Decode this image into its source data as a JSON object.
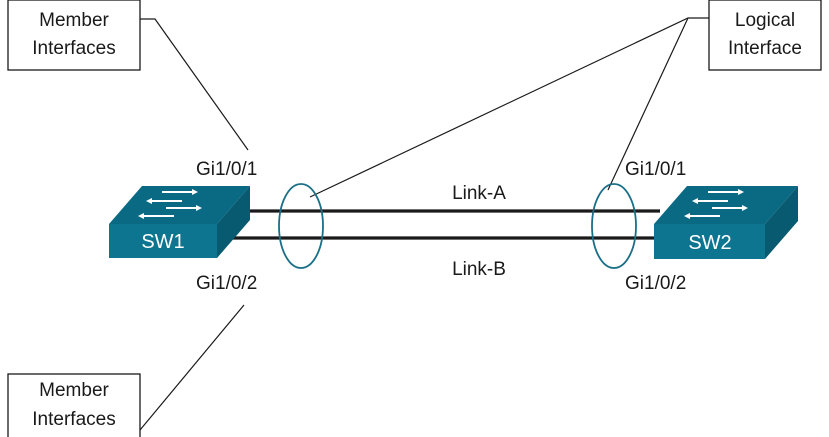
{
  "callouts": {
    "member_top": [
      "Member",
      "Interfaces"
    ],
    "member_bottom": [
      "Member",
      "Interfaces"
    ],
    "logical": [
      "Logical",
      "Interface"
    ]
  },
  "switches": {
    "sw1": {
      "label": "SW1"
    },
    "sw2": {
      "label": "SW2"
    }
  },
  "ports": {
    "sw1_top": "Gi1/0/1",
    "sw1_bottom": "Gi1/0/2",
    "sw2_top": "Gi1/0/1",
    "sw2_bottom": "Gi1/0/2"
  },
  "links": {
    "a": "Link-A",
    "b": "Link-B"
  },
  "colors": {
    "switch_front": "#0e7590",
    "switch_top": "#0b6a83",
    "switch_right": "#085a70",
    "ellipse": "#1a6f87"
  }
}
